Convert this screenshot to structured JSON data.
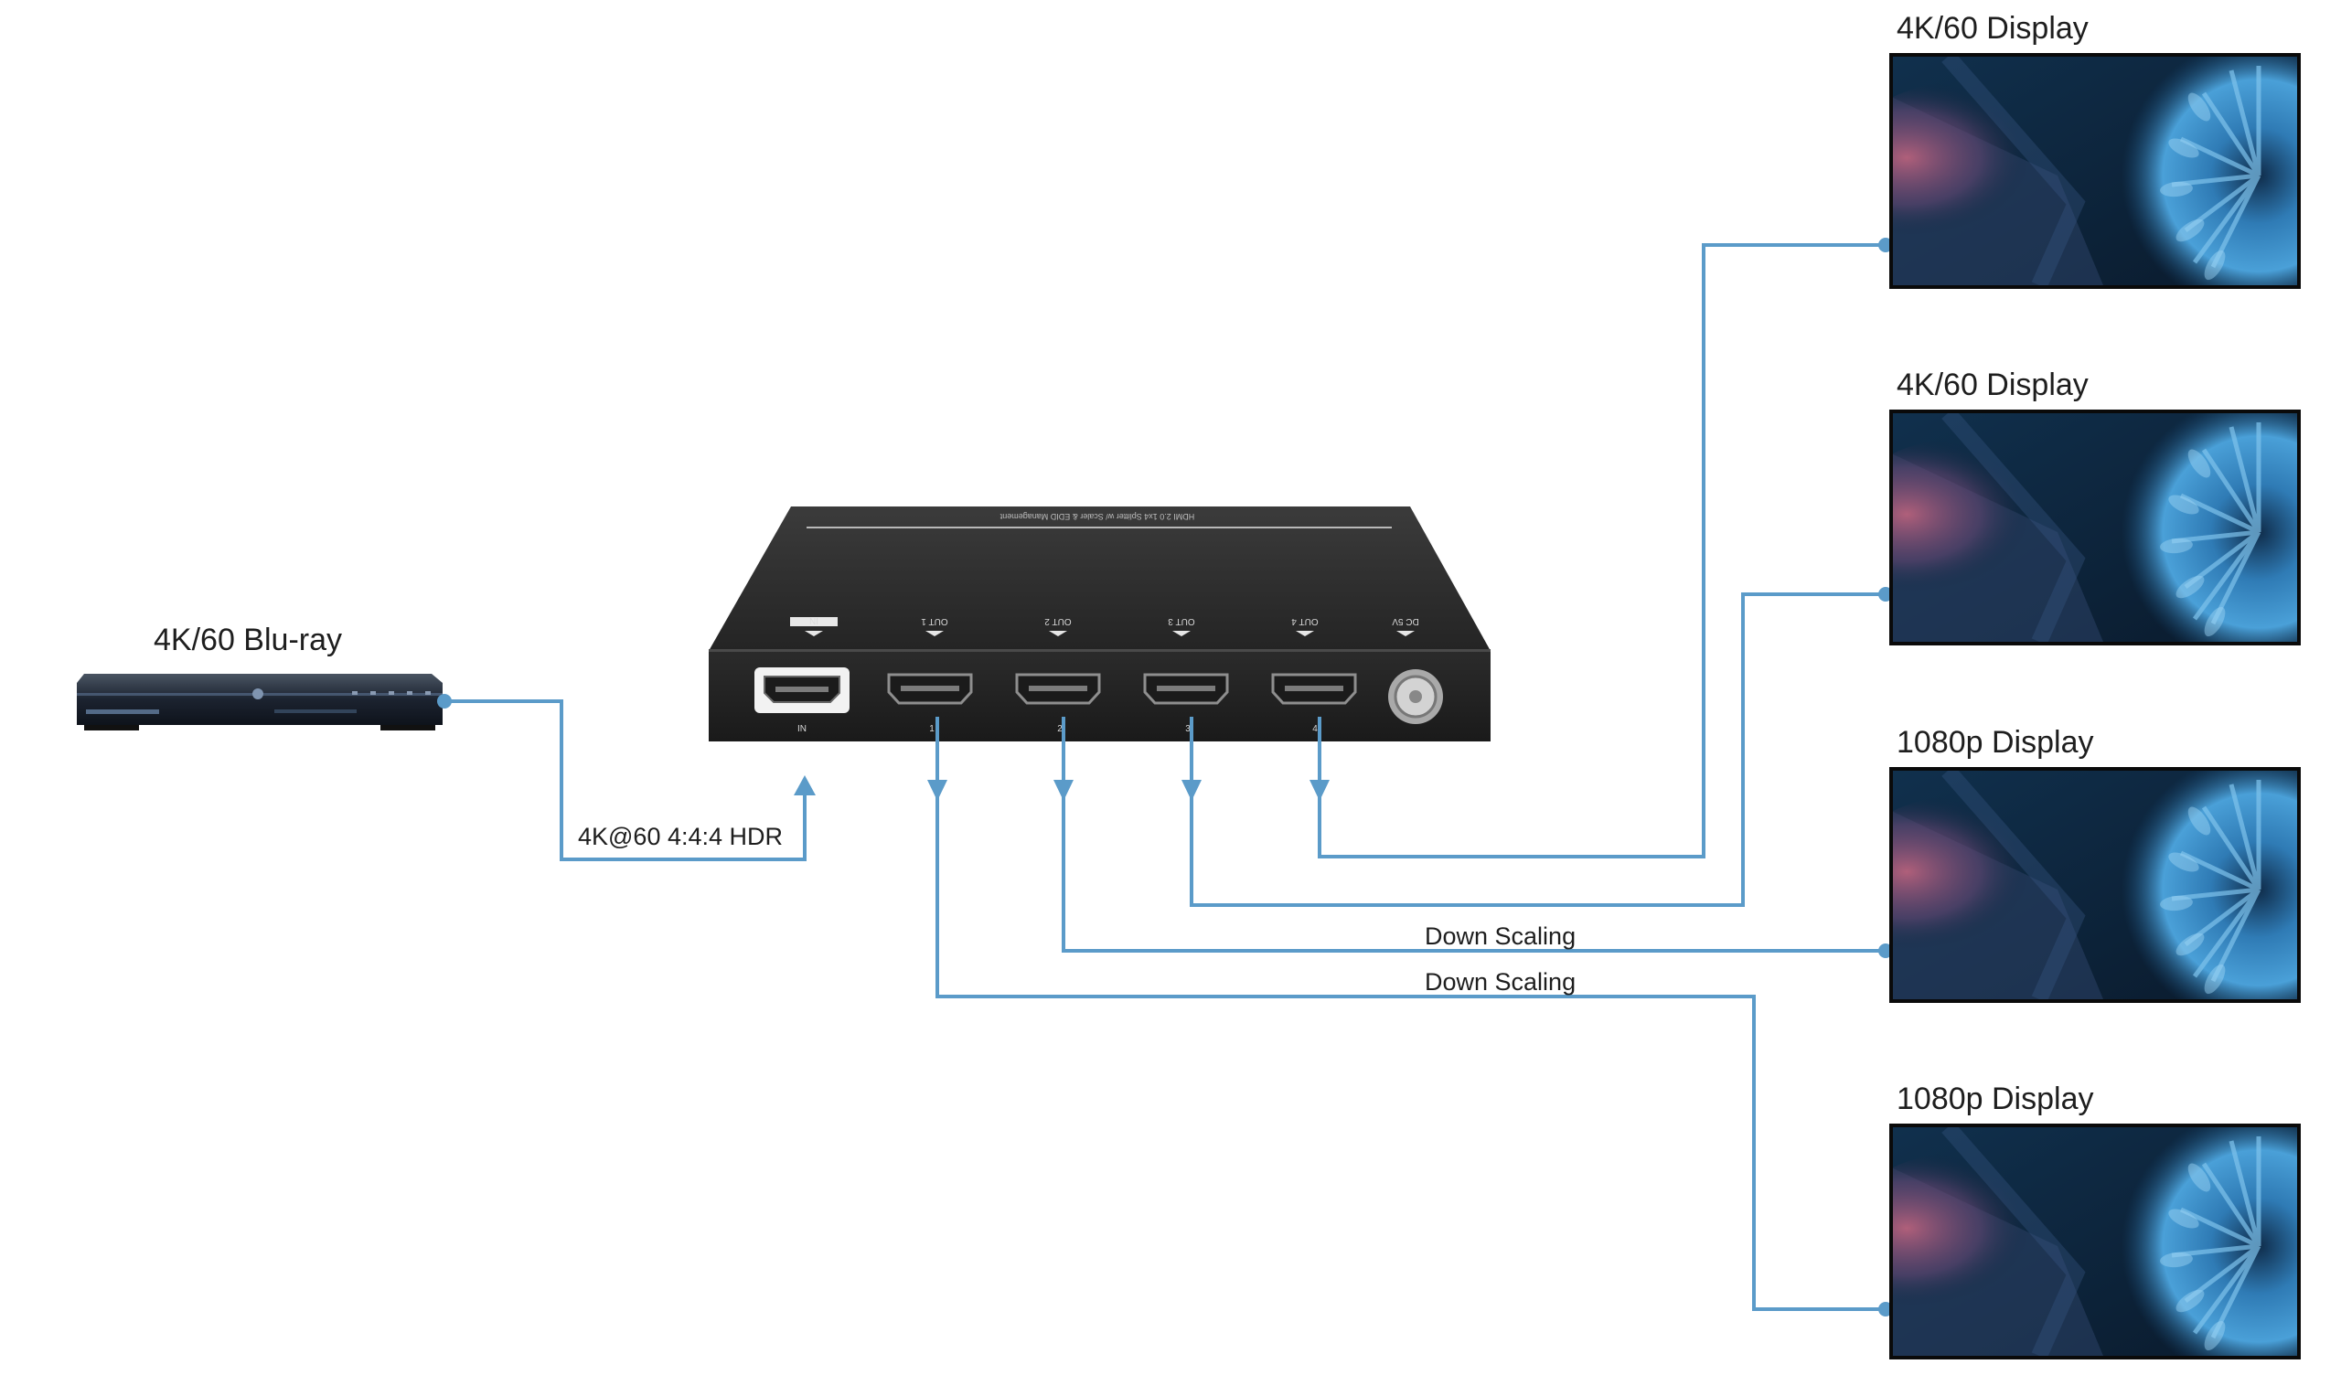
{
  "source": {
    "label": "4K/60 Blu-ray",
    "signal_label": "4K@60 4:4:4 HDR"
  },
  "splitter": {
    "front_text": "HDMI 2.0 1x4 Splitter w/ Scaler & EDID Management",
    "ports": [
      "IN",
      "OUT 1",
      "OUT 2",
      "OUT 3",
      "OUT 4",
      "DC 5V"
    ],
    "port_numbers": [
      "IN",
      "1",
      "2",
      "3",
      "4"
    ]
  },
  "displays": [
    {
      "label": "4K/60 Display"
    },
    {
      "label": "4K/60 Display"
    },
    {
      "label": "1080p Display"
    },
    {
      "label": "1080p Display"
    }
  ],
  "links": [
    {
      "label": "Down Scaling"
    },
    {
      "label": "Down Scaling"
    }
  ],
  "colors": {
    "wire": "#5b9bc9",
    "device_body": "#2a2a2a",
    "screen_dark": "#0c2238",
    "screen_blue": "#2f7bb5",
    "screen_pink": "#c0647e"
  }
}
